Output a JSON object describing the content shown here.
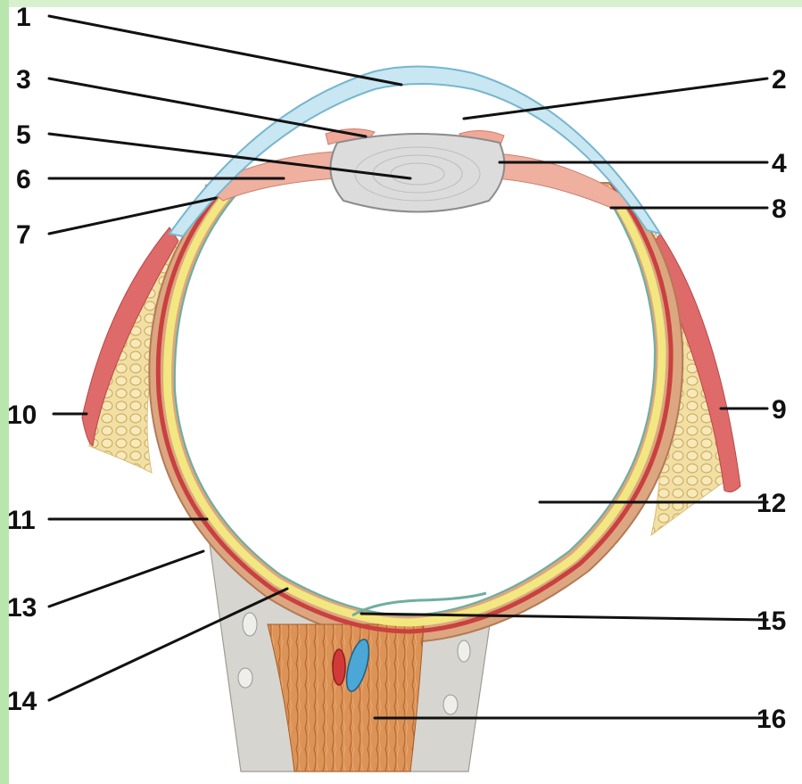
{
  "colors": {
    "background_band": "#b9e6ae",
    "cornea": "#bfe3ef",
    "sclera": "#d9a27e",
    "choroid": "#c9413f",
    "retina_yellow": "#f4eb8e",
    "fat": "#f1dfa4",
    "muscle": "#d95b5b",
    "lens": "#d8d8d8",
    "iris": "#ef9b8d",
    "nerve": "#d88a4d",
    "vein": "#4aa7d6",
    "artery": "#d23a3a",
    "labels": "#111111"
  },
  "labels": {
    "l1": "1",
    "l2": "2",
    "l3": "3",
    "l4": "4",
    "l5": "5",
    "l6": "6",
    "l7": "7",
    "l8": "8",
    "l9": "9",
    "l10": "10",
    "l11": "11",
    "l12": "12",
    "l13": "13",
    "l14": "14",
    "l15": "15",
    "l16": "16"
  }
}
